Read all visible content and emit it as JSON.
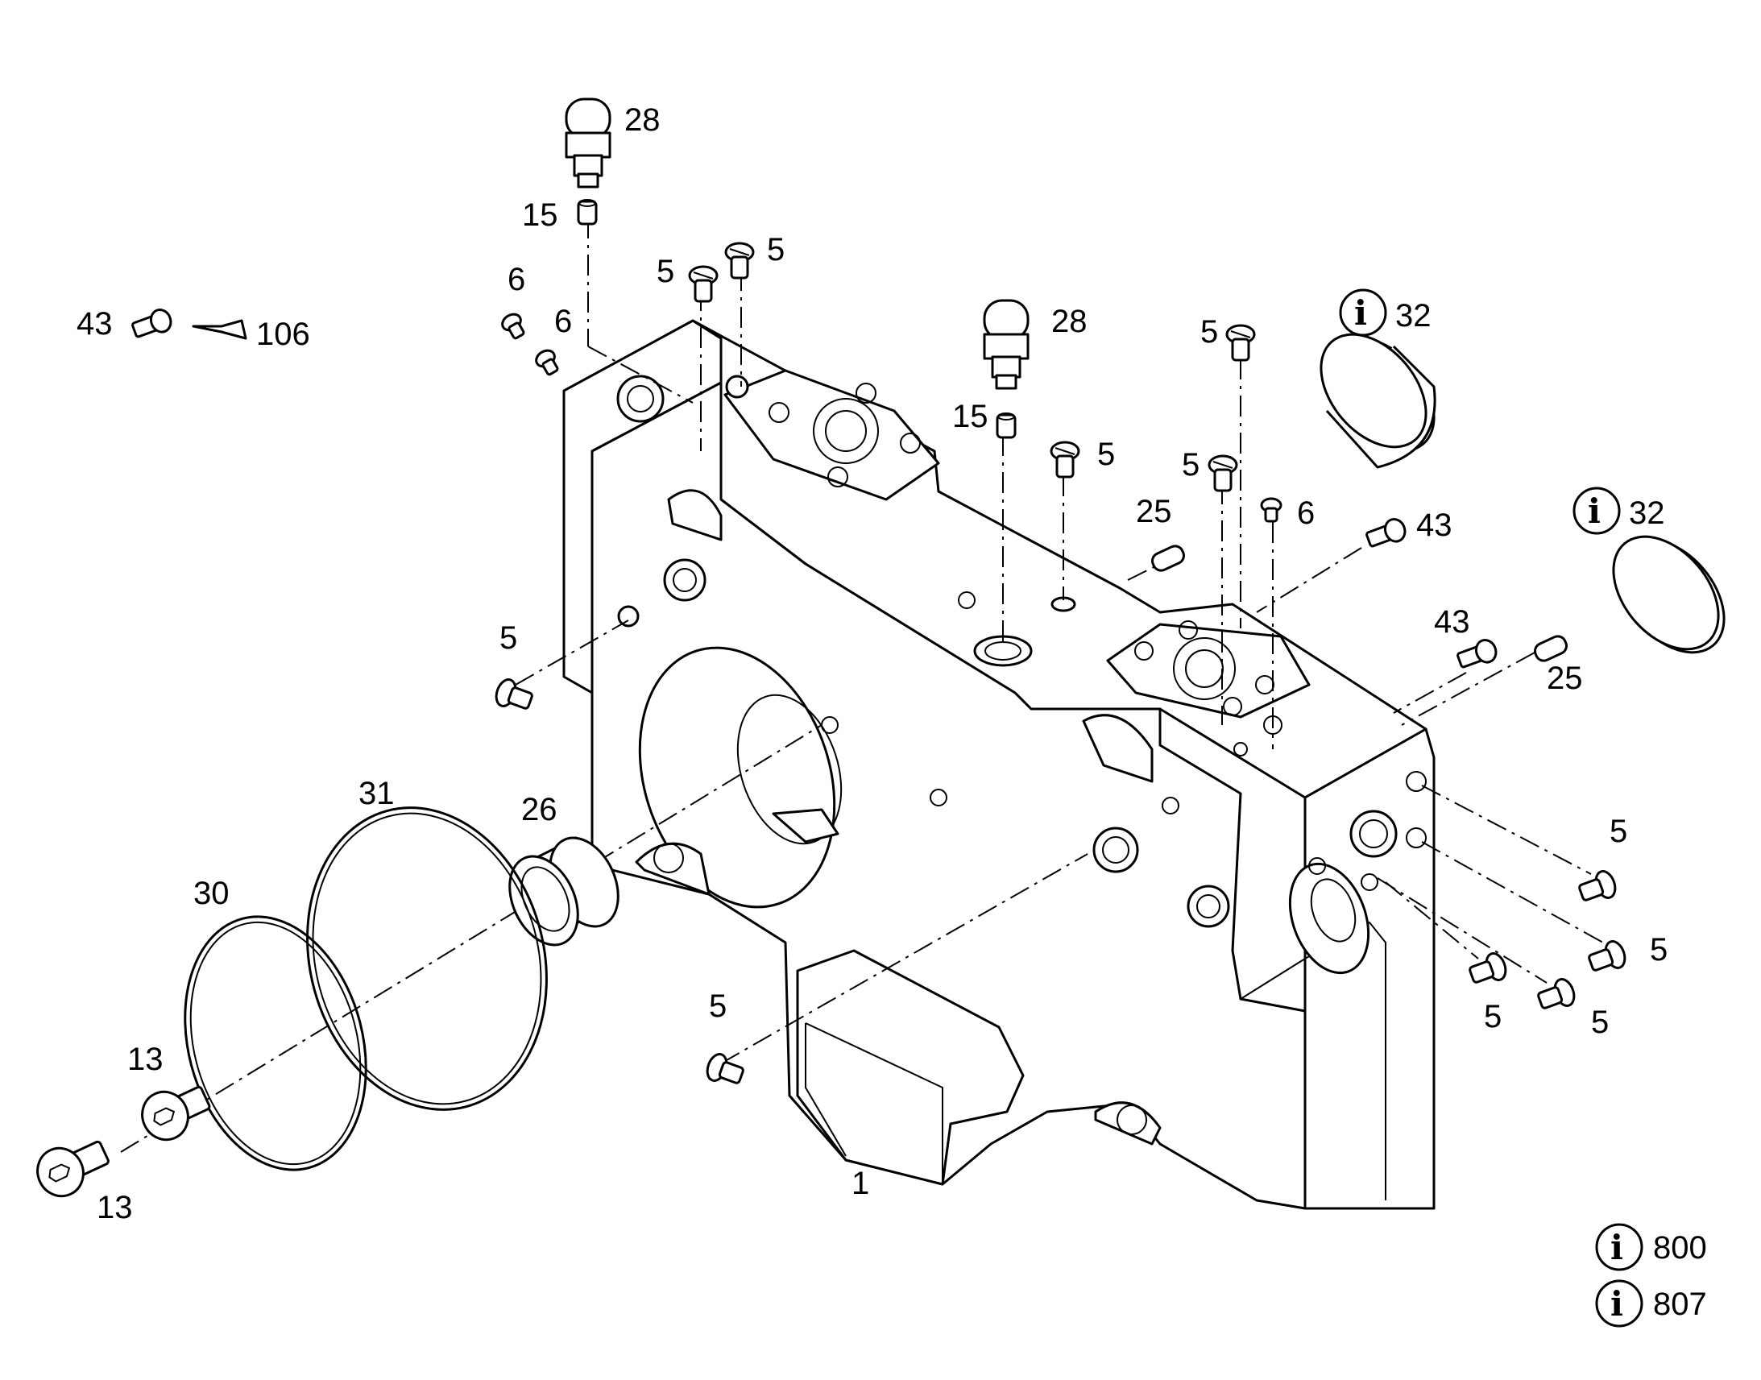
{
  "labels": {
    "p1": "1",
    "p5": "5",
    "p6": "6",
    "p13": "13",
    "p15": "15",
    "p25": "25",
    "p26": "26",
    "p28": "28",
    "p30": "30",
    "p31": "31",
    "p32": "32",
    "p43": "43",
    "p106": "106",
    "info_i": "i",
    "info_800": "800",
    "info_807": "807"
  }
}
